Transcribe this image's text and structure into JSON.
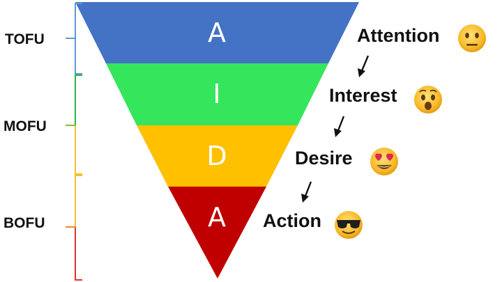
{
  "funnel": {
    "stages": [
      {
        "letter": "A",
        "label": "Attention",
        "emoji": "neutral-face",
        "color": "#4472C4"
      },
      {
        "letter": "I",
        "label": "Interest",
        "emoji": "astonished-face",
        "color": "#35E65C"
      },
      {
        "letter": "D",
        "label": "Desire",
        "emoji": "heart-eyes-face",
        "color": "#FFC000"
      },
      {
        "letter": "A",
        "label": "Action",
        "emoji": "sunglasses-face",
        "color": "#C00000"
      }
    ]
  },
  "side_labels": {
    "tofu": "TOFU",
    "mofu": "MOFU",
    "bofu": "BOFU"
  },
  "bracket_colors": {
    "tofu": "#5B9BD5",
    "mofu_top": "#2DB34A",
    "mofu_bottom": "#F2C12E",
    "bofu_top": "#F2C12E",
    "bofu_bottom": "#E03030"
  }
}
